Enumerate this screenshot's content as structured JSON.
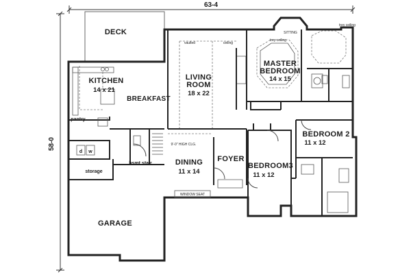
{
  "dimensions": {
    "overall_width": "63-4",
    "overall_depth": "58-0"
  },
  "rooms": {
    "deck": {
      "name": "DECK"
    },
    "kitchen": {
      "name": "KITCHEN",
      "size": "14 x 21"
    },
    "breakfast": {
      "name": "BREAKFAST"
    },
    "living": {
      "name_line1": "LIVING",
      "name_line2": "ROOM",
      "size": "18 x 22"
    },
    "master": {
      "name_line1": "MASTER",
      "name_line2": "BEDROOM",
      "size": "14 x 15"
    },
    "bedroom2": {
      "name": "BEDROOM 2",
      "size": "11 x 12"
    },
    "bedroom3": {
      "name": "BEDROOM3",
      "size": "11 x 12"
    },
    "dining": {
      "name": "DINING",
      "size": "11 x 14"
    },
    "foyer": {
      "name": "FOYER"
    },
    "garage": {
      "name": "GARAGE"
    },
    "storage": {
      "name": "storage"
    },
    "pantry": {
      "name": "pantry"
    },
    "washer": {
      "label": "w"
    },
    "dryer": {
      "label": "d"
    }
  },
  "annotations": {
    "sitting": "SITTING",
    "trey_ceiling_master": "trey ceiling",
    "trey_ceiling_bath": "trey ceiling",
    "vaulted": "vaulted",
    "ceiling": "ceiling",
    "bsmt_stair": "bsmt stair",
    "high_clg": "9'-0\" HIGH CLG.",
    "window_seat": "WINDOW SEAT"
  }
}
